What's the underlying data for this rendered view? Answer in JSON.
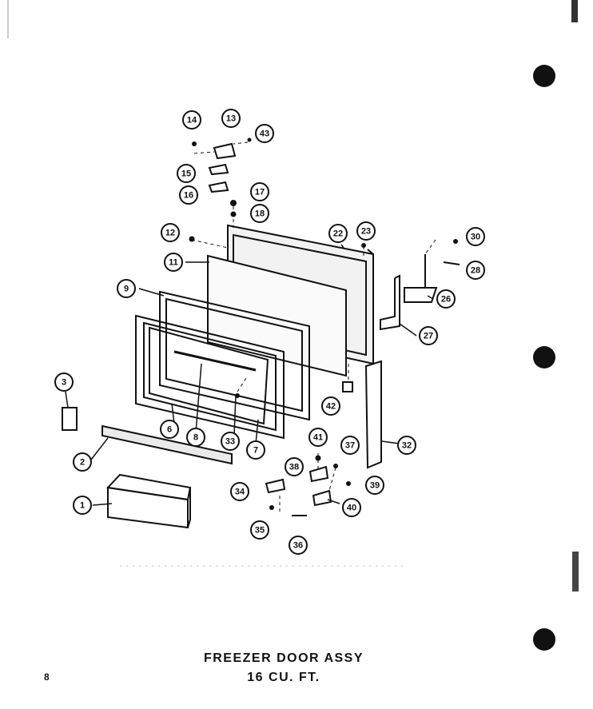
{
  "diagram": {
    "title_line1": "FREEZER DOOR ASSY",
    "title_line2": "16 CU. FT.",
    "page_number": "8",
    "callouts": [
      "1",
      "2",
      "3",
      "6",
      "7",
      "8",
      "9",
      "11",
      "12",
      "13",
      "14",
      "15",
      "16",
      "17",
      "18",
      "22",
      "23",
      "26",
      "27",
      "28",
      "30",
      "32",
      "33",
      "34",
      "35",
      "36",
      "37",
      "38",
      "39",
      "40",
      "41",
      "42",
      "43"
    ],
    "colors": {
      "ink": "#111111",
      "paper": "#ffffff"
    }
  }
}
